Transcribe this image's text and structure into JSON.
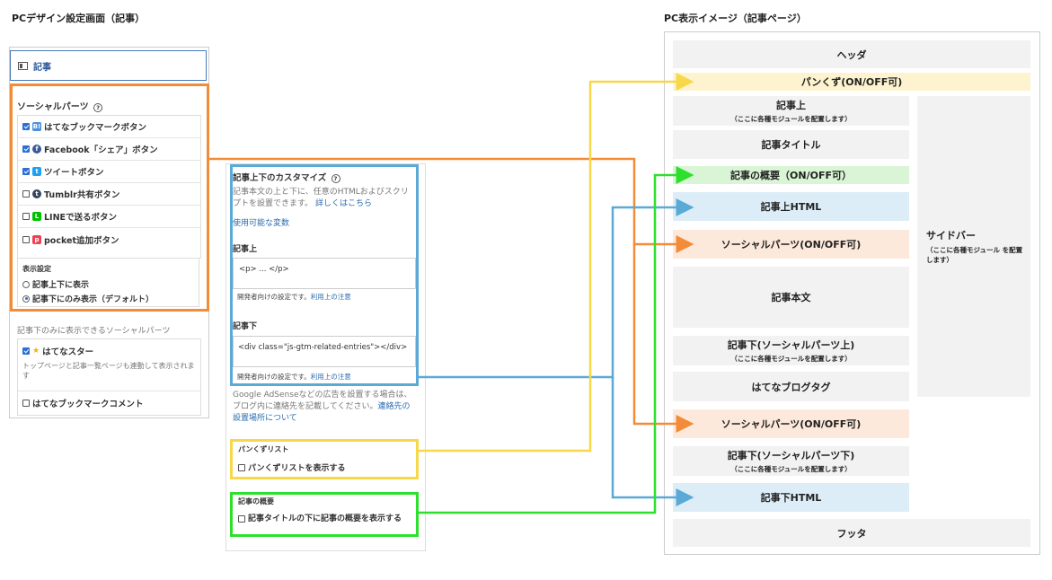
{
  "left_heading": "PCデザイン設定画面（記事）",
  "right_heading": "PC表示イメージ（記事ページ）",
  "tab": {
    "label": "記事"
  },
  "social": {
    "title": "ソーシャルパーツ",
    "help": "?",
    "items": [
      {
        "label": "はてなブックマークボタン",
        "checked": true,
        "icon": "B!",
        "color": "#4a90d9"
      },
      {
        "label": "Facebook「シェア」ボタン",
        "checked": true,
        "icon": "f",
        "color": "#3b5998"
      },
      {
        "label": "ツイートボタン",
        "checked": true,
        "icon": "t",
        "color": "#1da1f2"
      },
      {
        "label": "Tumblr共有ボタン",
        "checked": false,
        "icon": "t",
        "color": "#35465c"
      },
      {
        "label": "LINEで送るボタン",
        "checked": false,
        "icon": "L",
        "color": "#00c300"
      },
      {
        "label": "pocket追加ボタン",
        "checked": false,
        "icon": "p",
        "color": "#ef4056"
      }
    ],
    "display_title": "表示設定",
    "radio_top_bottom": "記事上下に表示",
    "radio_bottom_only": "記事下にのみ表示（デフォルト）"
  },
  "bottom_only": {
    "title": "記事下のみに表示できるソーシャルパーツ",
    "star_label": "はてなスター",
    "star_desc": "トップページと記事一覧ページも連動して表示されます",
    "bookmark_comment": "はてなブックマークコメント"
  },
  "custom": {
    "title": "記事上下のカスタマイズ",
    "help": "?",
    "desc": "記事本文の上と下に、任意のHTMLおよびスクリプトを設置できます。",
    "desc_link": "詳しくはこちら",
    "vars_link": "使用可能な変数",
    "top_label": "記事上",
    "top_value": "<p> ... </p>",
    "note": "開発者向けの設定です。",
    "note_link": "利用上の注意",
    "bottom_label": "記事下",
    "bottom_value": "<div class=\"js-gtm-related-entries\"></div>",
    "adsense": "Google AdSenseなどの広告を設置する場合は、ブログ内に連絡先を記載してください。",
    "adsense_link": "連絡先の設置場所について"
  },
  "breadcrumb": {
    "title": "パンくずリスト",
    "label": "パンくずリストを表示する"
  },
  "summary": {
    "title": "記事の概要",
    "label": "記事タイトルの下に記事の概要を表示する"
  },
  "preview": {
    "header": "ヘッダ",
    "breadcrumb": "パンくず(ON/OFF可)",
    "above": "記事上",
    "module_note": "（ここに各種モジュールを配置します）",
    "title": "記事タイトル",
    "summary": "記事の概要（ON/OFF可）",
    "top_html": "記事上HTML",
    "social": "ソーシャルパーツ(ON/OFF可)",
    "body": "記事本文",
    "below_upper": "記事下(ソーシャルパーツ上)",
    "tags": "はてなブログタグ",
    "below_lower": "記事下(ソーシャルパーツ下)",
    "bottom_html": "記事下HTML",
    "footer": "フッタ",
    "sidebar": "サイドバー",
    "sidebar_note": "（ここに各種モジュール を配置します）"
  },
  "colors": {
    "orange": "#f28c38",
    "blue": "#5aa9d6",
    "yellow": "#f7d84a",
    "green": "#2ee02e"
  }
}
